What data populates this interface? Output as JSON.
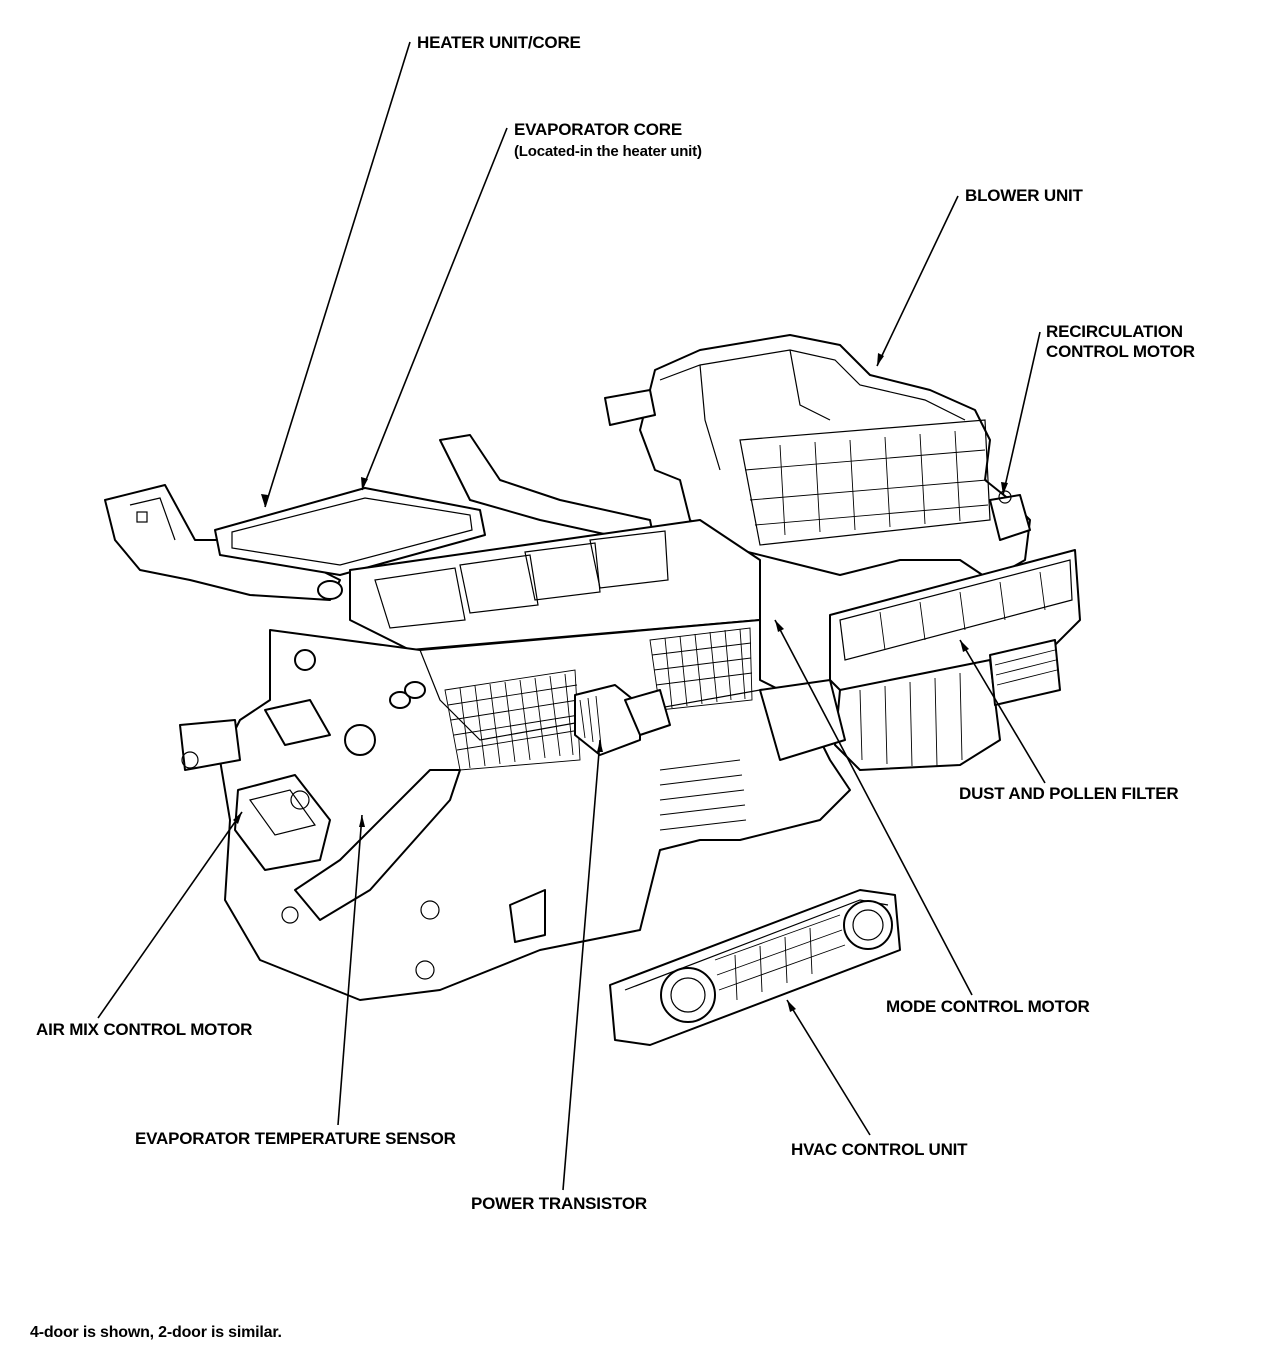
{
  "labels": {
    "heater_unit_core": "HEATER UNIT/CORE",
    "evaporator_core": "EVAPORATOR CORE",
    "evaporator_core_note": "(Located-in the heater unit)",
    "blower_unit": "BLOWER UNIT",
    "recirculation_line1": "RECIRCULATION",
    "recirculation_line2": "CONTROL MOTOR",
    "dust_pollen_filter": "DUST AND POLLEN FILTER",
    "mode_control_motor": "MODE CONTROL MOTOR",
    "air_mix_control_motor": "AIR MIX CONTROL MOTOR",
    "evaporator_temp_sensor": "EVAPORATOR TEMPERATURE SENSOR",
    "hvac_control_unit": "HVAC CONTROL UNIT",
    "power_transistor": "POWER TRANSISTOR"
  },
  "footnote": "4-door is shown, 2-door is similar."
}
